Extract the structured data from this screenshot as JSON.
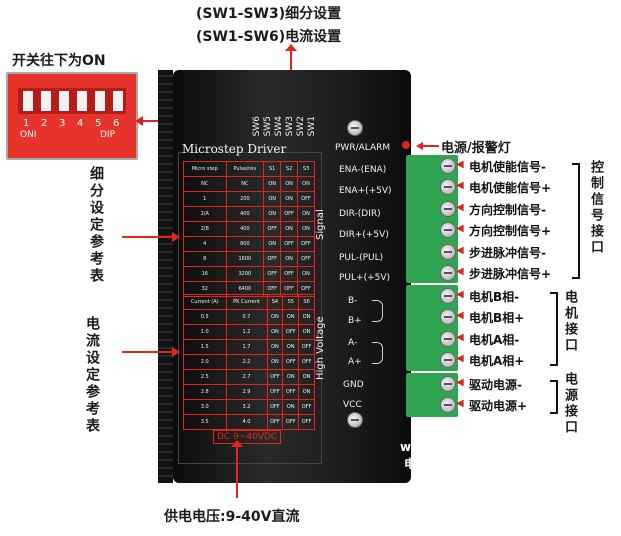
{
  "top_labels": [
    "(SW1-SW3)细分设置",
    "(SW1-SW6)电流设置"
  ],
  "switch_label": "开关往下为ON",
  "dip": {
    "numbers": [
      "1",
      "2",
      "3",
      "4",
      "5",
      "6"
    ],
    "left_text": "ONI",
    "right_text": "DIP"
  },
  "sw_labels": [
    "SW6",
    "SW5",
    "SW4",
    "SW3",
    "SW2",
    "SW1"
  ],
  "brand": "Microstep Driver",
  "pwr_alarm": "PWR/ALARM",
  "led_label": "电源/报警灯",
  "micro_table": {
    "headers": [
      "Micro step",
      "Pulse/rev",
      "S1",
      "S2",
      "S3"
    ],
    "rows": [
      [
        "NC",
        "NC",
        "ON",
        "ON",
        "ON"
      ],
      [
        "1",
        "200",
        "ON",
        "ON",
        "OFF"
      ],
      [
        "2/A",
        "400",
        "ON",
        "OFF",
        "ON"
      ],
      [
        "2/B",
        "400",
        "OFF",
        "ON",
        "ON"
      ],
      [
        "4",
        "800",
        "ON",
        "OFF",
        "OFF"
      ],
      [
        "8",
        "1600",
        "OFF",
        "ON",
        "OFF"
      ],
      [
        "16",
        "3200",
        "OFF",
        "OFF",
        "ON"
      ],
      [
        "32",
        "6400",
        "OFF",
        "OFF",
        "OFF"
      ]
    ]
  },
  "current_table": {
    "headers": [
      "Current (A)",
      "PK Current",
      "S4",
      "S5",
      "S6"
    ],
    "rows": [
      [
        "0.5",
        "0.7",
        "ON",
        "ON",
        "ON"
      ],
      [
        "1.0",
        "1.2",
        "ON",
        "OFF",
        "ON"
      ],
      [
        "1.5",
        "1.7",
        "ON",
        "ON",
        "OFF"
      ],
      [
        "2.0",
        "2.2",
        "ON",
        "OFF",
        "OFF"
      ],
      [
        "2.5",
        "2.7",
        "OFF",
        "ON",
        "ON"
      ],
      [
        "2.8",
        "2.9",
        "OFF",
        "OFF",
        "ON"
      ],
      [
        "3.0",
        "3.2",
        "OFF",
        "ON",
        "OFF"
      ],
      [
        "3.5",
        "4.0",
        "OFF",
        "OFF",
        "OFF"
      ]
    ]
  },
  "signal_word": "Signal",
  "hv_word": "High Voltage",
  "pin_labels": [
    "ENA-(ENA)",
    "ENA+(+5V)",
    "DIR-(DIR)",
    "DIR+(+5V)",
    "PUL-(PUL)",
    "PUL+(+5V)",
    "B-",
    "B+",
    "A-",
    "A+",
    "GND",
    "VCC"
  ],
  "pin_desc": [
    "电机使能信号-",
    "电机使能信号+",
    "方向控制信号-",
    "方向控制信号+",
    "步进脉冲信号-",
    "步进脉冲信号+",
    "电机B相-",
    "电机B相+",
    "电机A相-",
    "电机A相+",
    "驱动电源-",
    "驱动电源+"
  ],
  "group_labels": {
    "control": "控制信号接口",
    "motor": "电机接口",
    "power": "电源接口"
  },
  "left_labels": {
    "micro": "细分设定参考表",
    "current": "电流设定参考表"
  },
  "dc_label": "DC 9~40VDC",
  "supply_label": "供电电压:9-40V直流",
  "watermark_url": "www.dzkfw.com.cn",
  "watermark_name": "电子开发网",
  "colors": {
    "accent": "#e0251b",
    "terminal": "#2fa552",
    "body": "#1a1a1a"
  }
}
